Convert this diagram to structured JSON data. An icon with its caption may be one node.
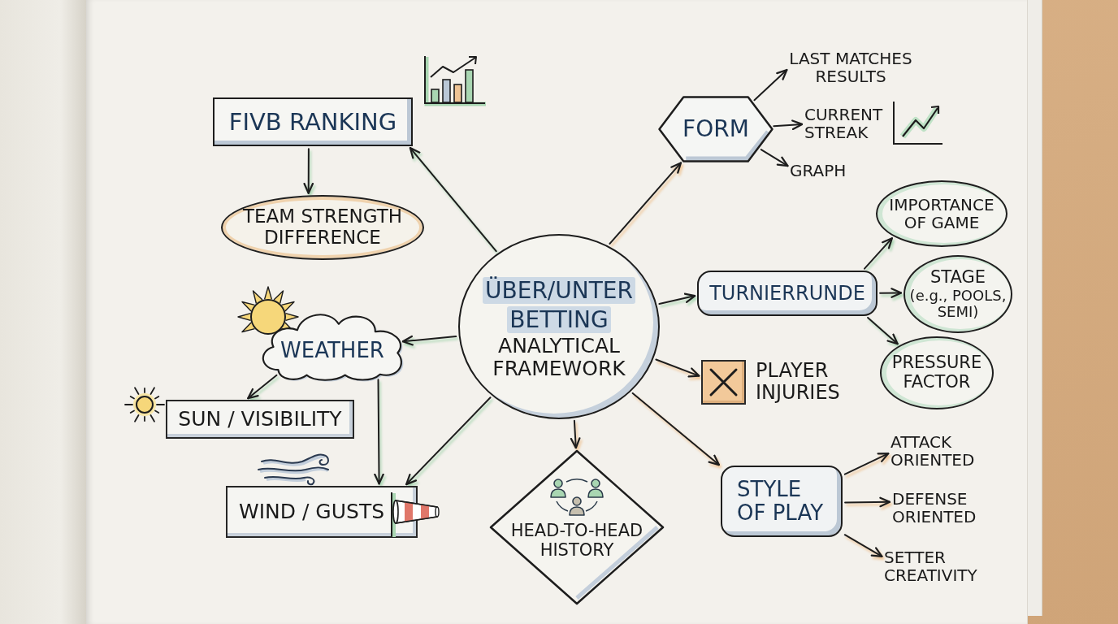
{
  "diagram": {
    "nodes": [
      {
        "text": [
          "ÜBER/UNTER BETTING",
          "ANALYTICAL FRAMEWORK"
        ]
      },
      {
        "text": [
          "FIVB RANKING"
        ]
      },
      {
        "text": [
          "TEAM STRENGTH DIFFERENCE"
        ]
      },
      {
        "text": [
          "FORM"
        ]
      },
      {
        "text": [
          "LAST MATCHES RESULTS"
        ]
      },
      {
        "text": [
          "CURRENT STREAK"
        ]
      },
      {
        "text": [
          "GRAPH"
        ]
      },
      {
        "text": [
          "TURNIERRUNDE"
        ]
      },
      {
        "text": [
          "IMPORTANCE OF GAME"
        ]
      },
      {
        "text": [
          "STAGE (e.g., POOLS, SEMI)"
        ]
      },
      {
        "text": [
          "PRESSURE FACTOR"
        ]
      },
      {
        "text": [
          "WEATHER"
        ]
      },
      {
        "text": [
          "SUN / VISIBILITY"
        ]
      },
      {
        "text": [
          "WIND / GUSTS"
        ]
      },
      {
        "text": [],
        "shape": "box",
        "beside": [
          "PLAYER INJURIES"
        ]
      },
      {
        "text": [
          "HEAD-TO-HEAD HISTORY"
        ]
      },
      {
        "text": [
          "STYLE OF PLAY"
        ]
      },
      {
        "text": [
          "ATTACK ORIENTED"
        ]
      },
      {
        "text": [
          "DEFENSE ORIENTED"
        ]
      },
      {
        "text": [
          "SETTER CREATIVITY"
        ]
      }
    ],
    "edges": [
      {
        "from": 0,
        "to": 1,
        "arrow": "to"
      },
      {
        "from": 1,
        "to": 2,
        "arrow": "to"
      },
      {
        "from": 0,
        "to": 3,
        "arrow": "to"
      },
      {
        "from": 3,
        "to": 4,
        "arrow": "to"
      },
      {
        "from": 3,
        "to": 5,
        "arrow": "to"
      },
      {
        "from": 3,
        "to": 6,
        "arrow": "to"
      },
      {
        "from": 0,
        "to": 7,
        "arrow": "to"
      },
      {
        "from": 7,
        "to": 8,
        "arrow": "to"
      },
      {
        "from": 7,
        "to": 9,
        "arrow": "to"
      },
      {
        "from": 7,
        "to": 10,
        "arrow": "to"
      },
      {
        "from": 0,
        "to": 11,
        "arrow": "to"
      },
      {
        "from": 11,
        "to": 12,
        "arrow": "to"
      },
      {
        "from": 11,
        "to": 13,
        "arrow": "to"
      },
      {
        "from": 0,
        "to": 13,
        "arrow": "to"
      },
      {
        "from": 0,
        "to": 14,
        "arrow": "to"
      },
      {
        "from": 0,
        "to": 15,
        "arrow": "to"
      },
      {
        "from": 0,
        "to": 16,
        "arrow": "to"
      },
      {
        "from": 16,
        "to": 17,
        "arrow": "to"
      },
      {
        "from": 16,
        "to": 18,
        "arrow": "to"
      },
      {
        "from": 16,
        "to": 19,
        "arrow": "to"
      }
    ]
  }
}
